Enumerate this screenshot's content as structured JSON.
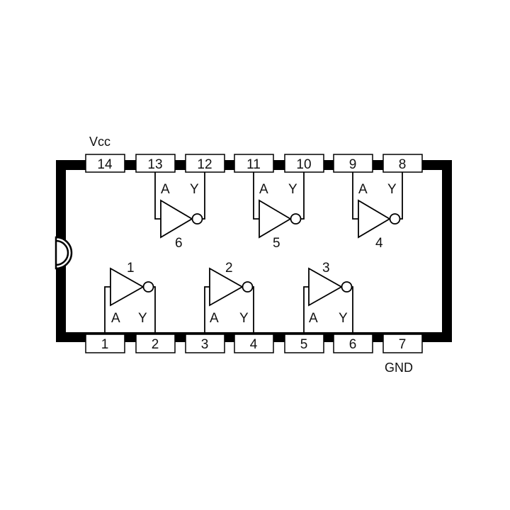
{
  "power": {
    "vcc": "Vcc",
    "gnd": "GND"
  },
  "pins": {
    "top": [
      "14",
      "13",
      "12",
      "11",
      "10",
      "9",
      "8"
    ],
    "bottom": [
      "1",
      "2",
      "3",
      "4",
      "5",
      "6",
      "7"
    ]
  },
  "gates": {
    "top": [
      {
        "number": "6",
        "input": "A",
        "output": "Y"
      },
      {
        "number": "5",
        "input": "A",
        "output": "Y"
      },
      {
        "number": "4",
        "input": "A",
        "output": "Y"
      }
    ],
    "bottom": [
      {
        "number": "1",
        "input": "A",
        "output": "Y"
      },
      {
        "number": "2",
        "input": "A",
        "output": "Y"
      },
      {
        "number": "3",
        "input": "A",
        "output": "Y"
      }
    ]
  }
}
